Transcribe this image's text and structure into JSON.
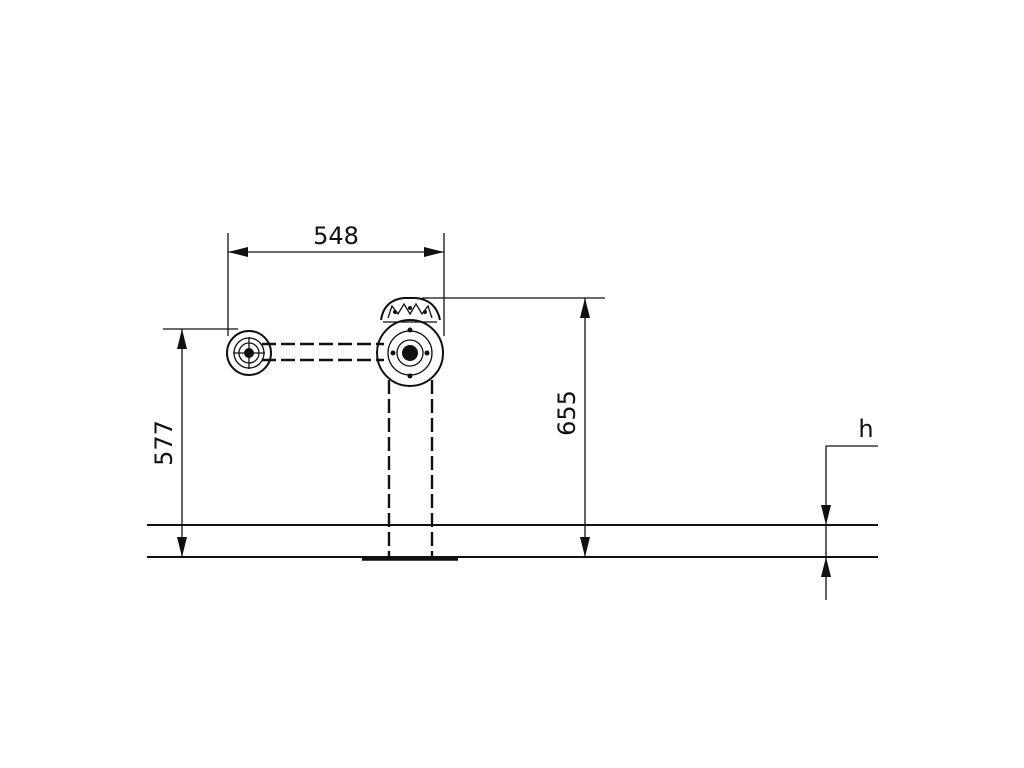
{
  "colors": {
    "line": "#111111",
    "background": "#ffffff"
  },
  "dimensions": {
    "width_label": "548",
    "total_height_label": "655",
    "arm_height_label": "577",
    "h_label": "h"
  }
}
